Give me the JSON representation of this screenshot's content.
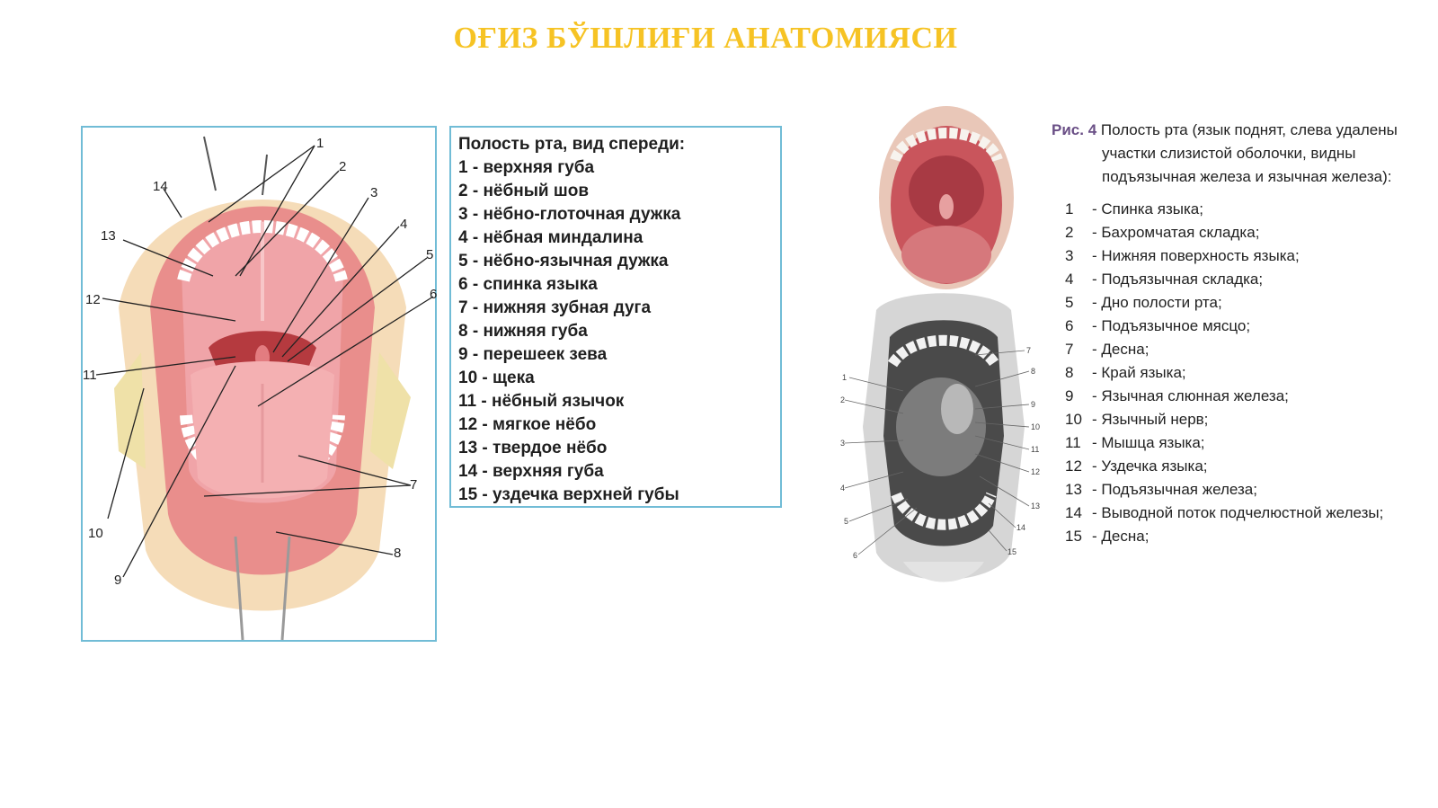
{
  "title": "ОҒИЗ БЎШЛИҒИ АНАТОМИЯСИ",
  "left_figure": {
    "numbers": [
      "1",
      "2",
      "3",
      "4",
      "5",
      "6",
      "7",
      "8",
      "9",
      "10",
      "11",
      "12",
      "13",
      "14"
    ]
  },
  "legend": {
    "heading": "Полость рта, вид спереди:",
    "items": [
      "1 - верхняя губа",
      "2 - нёбный шов",
      "3 - нёбно-глоточная дужка",
      "4 - нёбная миндалина",
      "5 - нёбно-язычная дужка",
      "6 - спинка языка",
      "7 - нижняя зубная дуга",
      "8 - нижняя губа",
      "9 - перешеек зева",
      "10 - щека",
      "11 - нёбный язычок",
      "12 - мягкое нёбо",
      "13 - твердое нёбо",
      "14 - верхняя губа",
      "15 - уздечка верхней губы"
    ]
  },
  "right_figure": {
    "numbers": [
      "1",
      "2",
      "3",
      "4",
      "5",
      "6",
      "7",
      "8",
      "9",
      "10",
      "11",
      "12",
      "13",
      "14",
      "15"
    ]
  },
  "caption": {
    "fig_label": "Рис. 4",
    "line1": "Полость рта (язык поднят, слева удалены",
    "line2": "участки слизистой оболочки, видны",
    "line3": "подъязычная железа и язычная железа):"
  },
  "right_list": [
    {
      "num": "1",
      "text": "- Спинка языка;"
    },
    {
      "num": "2",
      "text": "- Бахромчатая складка;"
    },
    {
      "num": "3",
      "text": "- Нижняя поверхность языка;"
    },
    {
      "num": "4",
      "text": "- Подъязычная складка;"
    },
    {
      "num": "5",
      "text": "- Дно полости рта;"
    },
    {
      "num": "6",
      "text": "- Подъязычное мясцо;"
    },
    {
      "num": "7",
      "text": "- Десна;"
    },
    {
      "num": "8",
      "text": "- Край языка;"
    },
    {
      "num": "9",
      "text": "- Язычная слюнная железа;"
    },
    {
      "num": "10",
      "text": "- Язычный нерв;"
    },
    {
      "num": "11",
      "text": "- Мышца языка;"
    },
    {
      "num": "12",
      "text": "- Уздечка языка;"
    },
    {
      "num": "13",
      "text": "- Подъязычная железа;"
    },
    {
      "num": "14",
      "text": "- Выводной поток подчелюстной железы;"
    },
    {
      "num": "15",
      "text": "- Десна;"
    }
  ],
  "colors": {
    "title": "#f6c324",
    "frame": "#71bcd6",
    "mucosa": "#f0a4a8",
    "lip": "#e98e8c",
    "skin": "#f5dcb8",
    "caption_label": "#6a4f86"
  }
}
